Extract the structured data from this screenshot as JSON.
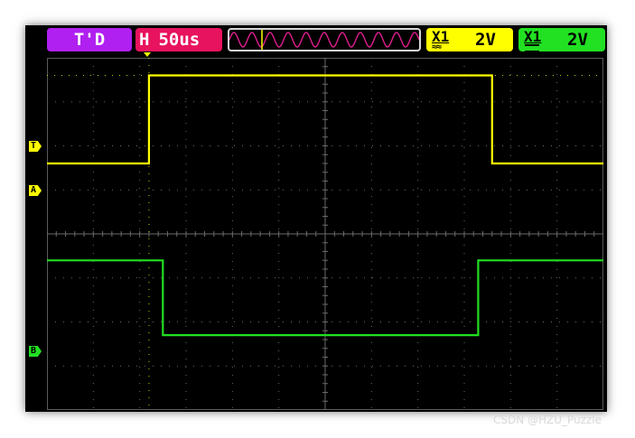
{
  "topbar": {
    "mode_label": "T'D",
    "timebase_prefix": "H",
    "timebase_value": "50us",
    "channel1": {
      "coupling_symbol": "X1",
      "coupling_type": "AC",
      "volts_per_div": "2V",
      "color": "#ffff00"
    },
    "channel2": {
      "coupling_symbol": "X1",
      "coupling_type": "DC",
      "volts_per_div": "2V",
      "color": "#22e022"
    }
  },
  "markers": {
    "trigger": "T",
    "channel_a": "A",
    "channel_b": "B"
  },
  "watermark": "CSDN @HZU_Puzzle",
  "colors": {
    "mode": "#b020f0",
    "timebase": "#e8135e",
    "background": "#000000"
  },
  "chart_data": {
    "type": "line",
    "xlim": [
      0,
      12
    ],
    "ylim": [
      -4,
      4
    ],
    "grid": true,
    "series": [
      {
        "color": "#ffff00",
        "x": [
          0,
          2.2,
          2.2,
          9.6,
          9.6,
          12
        ],
        "y": [
          1.6,
          1.6,
          3.6,
          3.6,
          1.6,
          1.6
        ]
      },
      {
        "color": "#22e022",
        "x": [
          0,
          2.5,
          2.5,
          9.3,
          9.3,
          12
        ],
        "y": [
          -0.6,
          -0.6,
          -2.3,
          -2.3,
          -0.6,
          -0.6
        ]
      }
    ]
  }
}
